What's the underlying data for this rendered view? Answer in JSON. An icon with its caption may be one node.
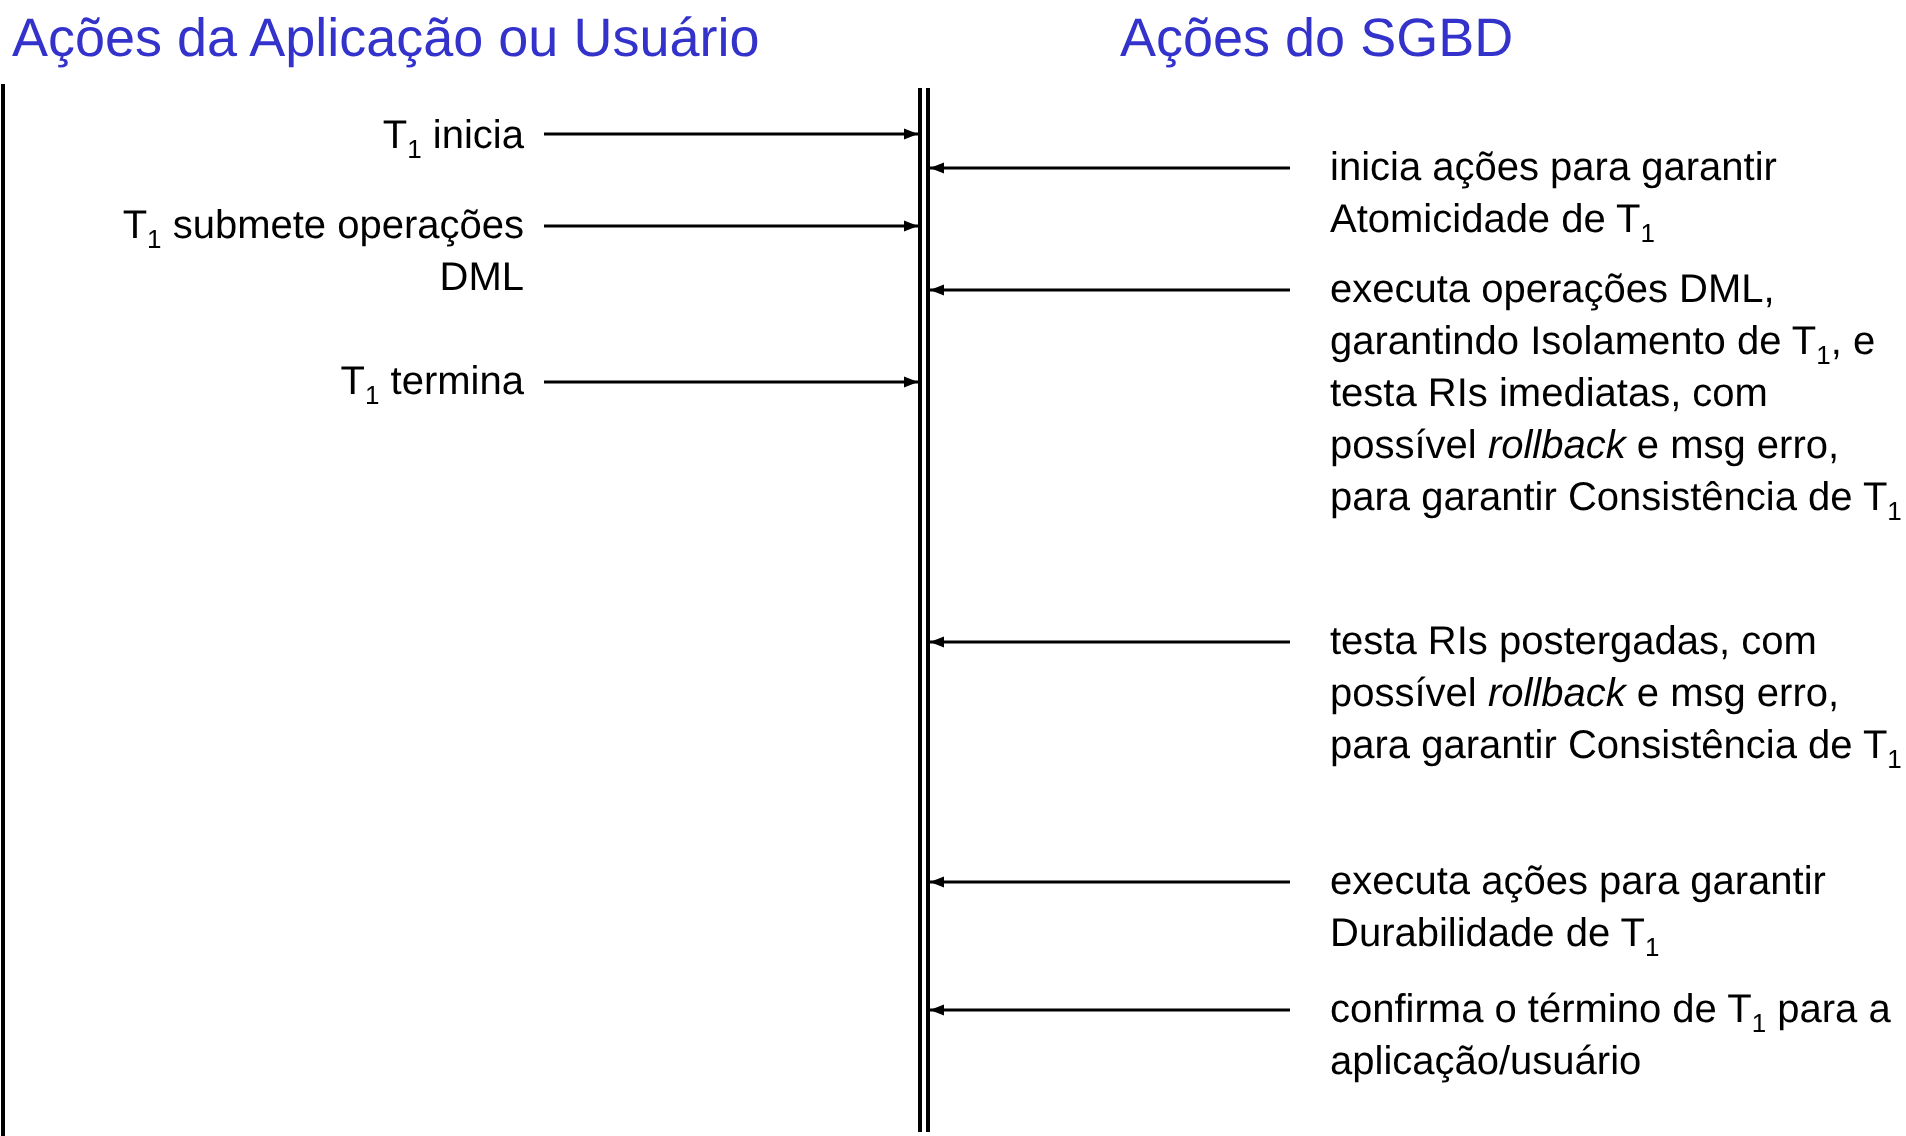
{
  "diagram": {
    "nodes": [
      {
        "text": [
          "T$_{1}$ inicia"
        ]
      },
      {
        "text": [
          "T$_{1}$ submete operações DML"
        ]
      },
      {
        "text": [
          "T$_{1}$ termina"
        ]
      },
      {
        "text": [],
        "shape": "bar"
      },
      {
        "text": [
          "inicia ações para garantir Atomicidade de T$_{1}$"
        ]
      },
      {
        "text": [
          "executa operações DML, garantindo Isolamento de T$_{1}$, e testa RIs imediatas, com possível *rollback* e msg erro, para garantir Consistência de T$_{1}$"
        ]
      },
      {
        "text": [
          "testa RIs postergadas, com possível *rollback* e msg erro, para garantir Consistência de T$_{1}$"
        ]
      },
      {
        "text": [
          "executa ações para garantir Durabilidade de T$_{1}$"
        ]
      },
      {
        "text": [
          "confirma o término de T$_{1}$ para a aplicação/usuário"
        ]
      }
    ],
    "edges": [
      {
        "from": 0,
        "to": 3,
        "arrow": "to"
      },
      {
        "from": 4,
        "to": 3,
        "arrow": "to"
      },
      {
        "from": 1,
        "to": 3,
        "arrow": "to"
      },
      {
        "from": 5,
        "to": 3,
        "arrow": "to"
      },
      {
        "from": 2,
        "to": 3,
        "arrow": "to"
      },
      {
        "from": 6,
        "to": 3,
        "arrow": "to"
      },
      {
        "from": 7,
        "to": 3,
        "arrow": "to"
      },
      {
        "from": 8,
        "to": 3,
        "arrow": "to"
      }
    ],
    "labels": [
      "Ações da Aplicação ou Usuário",
      "Ações do SGBD"
    ]
  }
}
